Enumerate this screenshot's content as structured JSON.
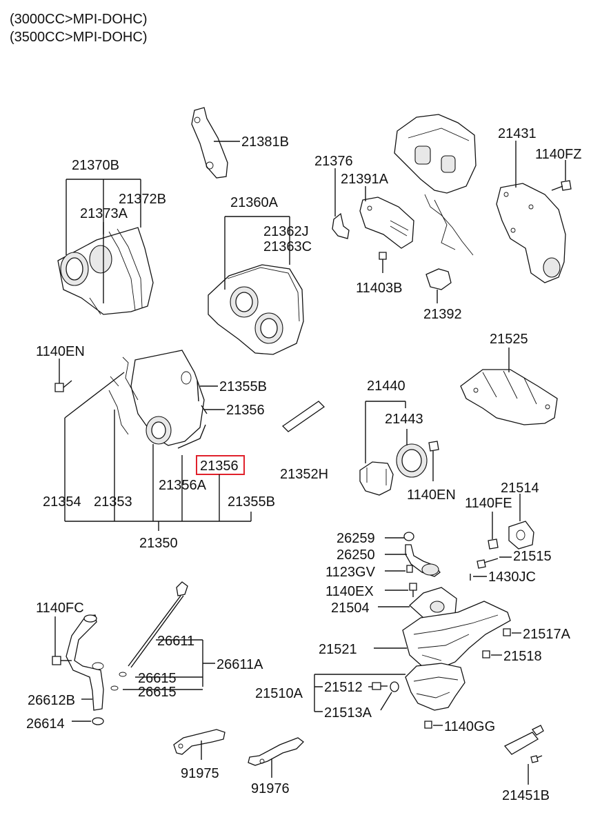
{
  "header": {
    "line1": "(3000CC>MPI-DOHC)",
    "line2": "(3500CC>MPI-DOHC)"
  },
  "highlight": {
    "part": "21356",
    "color": "#e0202a"
  },
  "labels": {
    "p21381B": "21381B",
    "p21370B": "21370B",
    "p21372B": "21372B",
    "p21373A": "21373A",
    "p21360A": "21360A",
    "p21362J": "21362J",
    "p21363C": "21363C",
    "p21376": "21376",
    "p21391A": "21391A",
    "p11403B": "11403B",
    "p21392": "21392",
    "p21431": "21431",
    "p1140FZ": "1140FZ",
    "p1140EN_a": "1140EN",
    "p21355B_a": "21355B",
    "p21356_a": "21356",
    "p21356_b": "21356",
    "p21356A": "21356A",
    "p21354": "21354",
    "p21353": "21353",
    "p21355B_b": "21355B",
    "p21350": "21350",
    "p21352H": "21352H",
    "p21440": "21440",
    "p21443": "21443",
    "p1140EN_b": "1140EN",
    "p21525": "21525",
    "p21514": "21514",
    "p1140FE": "1140FE",
    "p26259": "26259",
    "p26250": "26250",
    "p1123GV": "1123GV",
    "p21515": "21515",
    "p1430JC": "1430JC",
    "p1140EX": "1140EX",
    "p21504": "21504",
    "p21521": "21521",
    "p21517A": "21517A",
    "p21518": "21518",
    "p21510A": "21510A",
    "p21512": "21512",
    "p21513A": "21513A",
    "p1140GG": "1140GG",
    "p1140FC": "1140FC",
    "p26611": "26611",
    "p26611A": "26611A",
    "p26615_a": "26615",
    "p26615_b": "26615",
    "p26612B": "26612B",
    "p26614": "26614",
    "p91975": "91975",
    "p91976": "91976",
    "p21451B": "21451B"
  }
}
